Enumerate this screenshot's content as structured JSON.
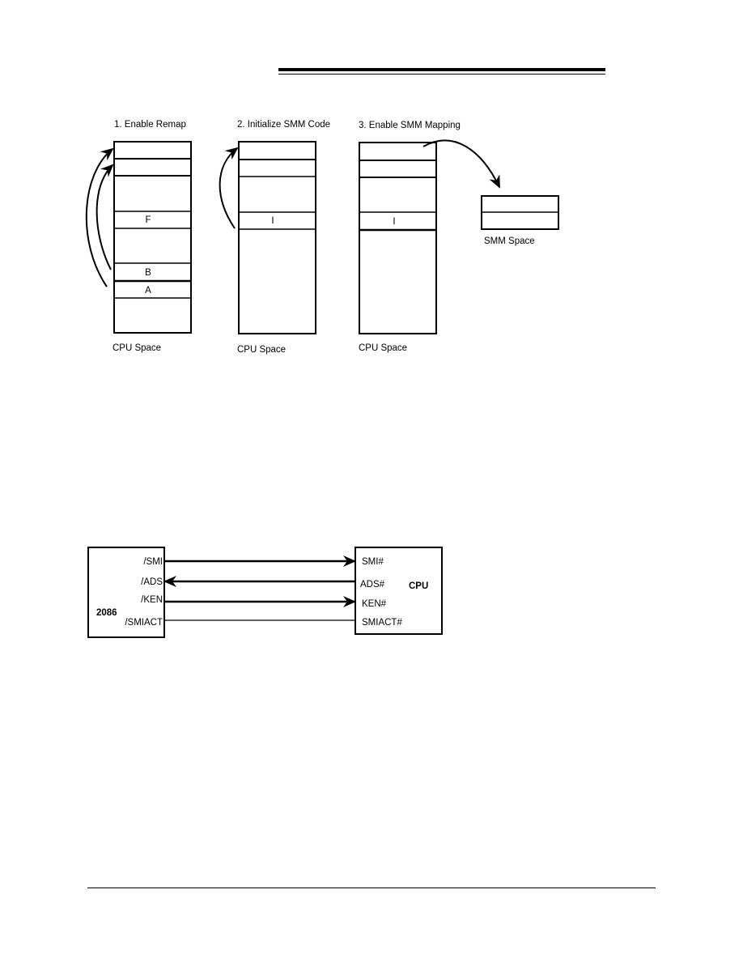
{
  "remap_figure": {
    "step1_title": "1. Enable Remap",
    "step2_title": "2. Initialize SMM Code",
    "step3_title": "3. Enable SMM Mapping",
    "step1_cells": {
      "f": "F",
      "b": "B",
      "a": "A"
    },
    "step2_cells": {
      "i": "I"
    },
    "step3_cells": {
      "i": "I"
    },
    "cpu_space_label": "CPU Space",
    "smm_space_label": "SMM Space"
  },
  "signal_figure": {
    "chip_label": "2086",
    "cpu_label": "CPU",
    "chip_pins": [
      "/SMI",
      "/ADS",
      "/KEN",
      "/SMIACT"
    ],
    "cpu_pins": [
      "SMI#",
      "ADS#",
      "KEN#",
      "SMIACT#"
    ]
  }
}
